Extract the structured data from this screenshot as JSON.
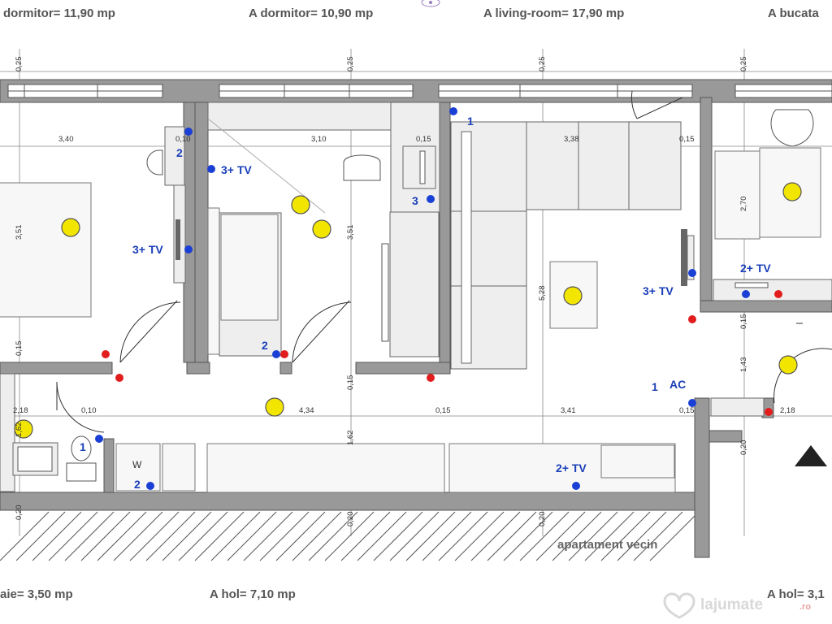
{
  "areas_top": [
    {
      "id": "dormitor1",
      "text": "dormitor= 11,90 mp"
    },
    {
      "id": "dormitor2",
      "text": "A dormitor= 10,90 mp"
    },
    {
      "id": "living",
      "text": "A living-room= 17,90 mp"
    },
    {
      "id": "bucatarie",
      "text": "A bucata"
    }
  ],
  "areas_bottom": [
    {
      "id": "baie",
      "text": "aie= 3,50 mp"
    },
    {
      "id": "hol1",
      "text": "A hol= 7,10 mp"
    },
    {
      "id": "hol2",
      "text": "A hol= 3,1"
    }
  ],
  "dims_top": [
    "0,25",
    "0,25",
    "0,25",
    "0,25"
  ],
  "dims_row1": [
    "3,40",
    "0,10",
    "3,10",
    "0,15",
    "3,38",
    "0,15"
  ],
  "dims_vertical": [
    "3,51",
    "3,51",
    "5,28",
    "2,70",
    "0,15",
    "1,43",
    "0,20"
  ],
  "dims_row2": [
    "0,15",
    "0,15",
    "0,15",
    "0,15"
  ],
  "dims_row3": [
    "2,18",
    "0,10",
    "4,34",
    "0,15",
    "3,41",
    "0,15",
    "2,18"
  ],
  "dims_misc": [
    "1,62",
    "1,62",
    "0,20",
    "0,20",
    "0,20"
  ],
  "socket_labels": [
    {
      "id": "s1",
      "text": "1"
    },
    {
      "id": "s2",
      "text": "2"
    },
    {
      "id": "s3",
      "text": "3+ TV"
    },
    {
      "id": "s4",
      "text": "3+ TV"
    },
    {
      "id": "s5",
      "text": "3"
    },
    {
      "id": "s6",
      "text": "2"
    },
    {
      "id": "s7",
      "text": "3+ TV"
    },
    {
      "id": "s8",
      "text": "2+ TV"
    },
    {
      "id": "s9",
      "text": "1"
    },
    {
      "id": "s10",
      "text": "AC"
    },
    {
      "id": "s11",
      "text": "1"
    },
    {
      "id": "s12",
      "text": "2"
    },
    {
      "id": "s13",
      "text": "2+ TV"
    }
  ],
  "washer_label": "W",
  "neighbor_label": "apartament vecin",
  "watermark": {
    "main": "lajumate",
    "suffix": ".ro"
  }
}
